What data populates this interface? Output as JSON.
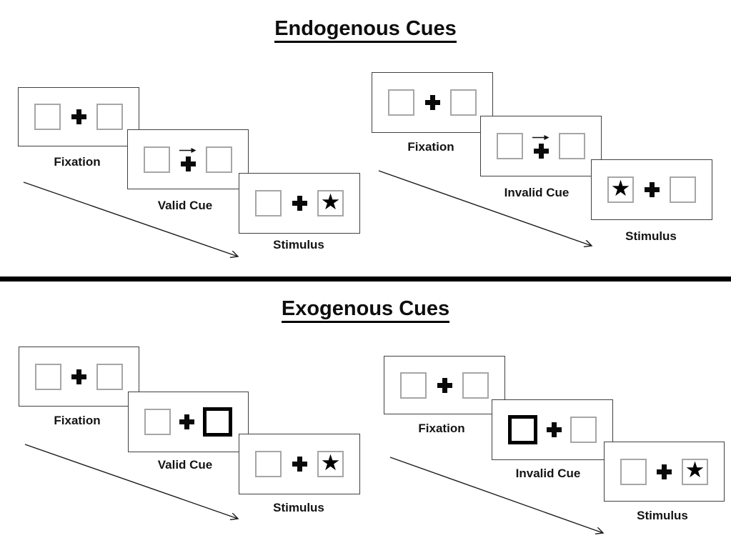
{
  "diagram": {
    "kind": "posner-cueing-task-schematic",
    "background_color": "#ffffff"
  },
  "glyphs": {
    "star": "★"
  },
  "colors": {
    "ink": "#000000",
    "card_border": "#404040",
    "square_border": "#a6a6a6",
    "cue_square_border": "#000000"
  },
  "sections": [
    {
      "title": "Endogenous Cues",
      "sequences": [
        {
          "validity": "valid",
          "cue_style": "central-arrow-above-fixation",
          "cue_arrow_direction": "right",
          "stimulus_star_side": "right",
          "cards": [
            {
              "label": "Fixation"
            },
            {
              "label": "Valid Cue"
            },
            {
              "label": "Stimulus"
            }
          ]
        },
        {
          "validity": "invalid",
          "cue_style": "central-arrow-above-fixation",
          "cue_arrow_direction": "right",
          "stimulus_star_side": "left",
          "cards": [
            {
              "label": "Fixation"
            },
            {
              "label": "Invalid Cue"
            },
            {
              "label": "Stimulus"
            }
          ]
        }
      ]
    },
    {
      "title": "Exogenous Cues",
      "sequences": [
        {
          "validity": "valid",
          "cue_style": "peripheral-box-highlight",
          "cue_box_side": "right",
          "stimulus_star_side": "right",
          "cards": [
            {
              "label": "Fixation"
            },
            {
              "label": "Valid Cue"
            },
            {
              "label": "Stimulus"
            }
          ]
        },
        {
          "validity": "invalid",
          "cue_style": "peripheral-box-highlight",
          "cue_box_side": "left",
          "stimulus_star_side": "right",
          "cards": [
            {
              "label": "Fixation"
            },
            {
              "label": "Invalid Cue"
            },
            {
              "label": "Stimulus"
            }
          ]
        }
      ]
    }
  ]
}
